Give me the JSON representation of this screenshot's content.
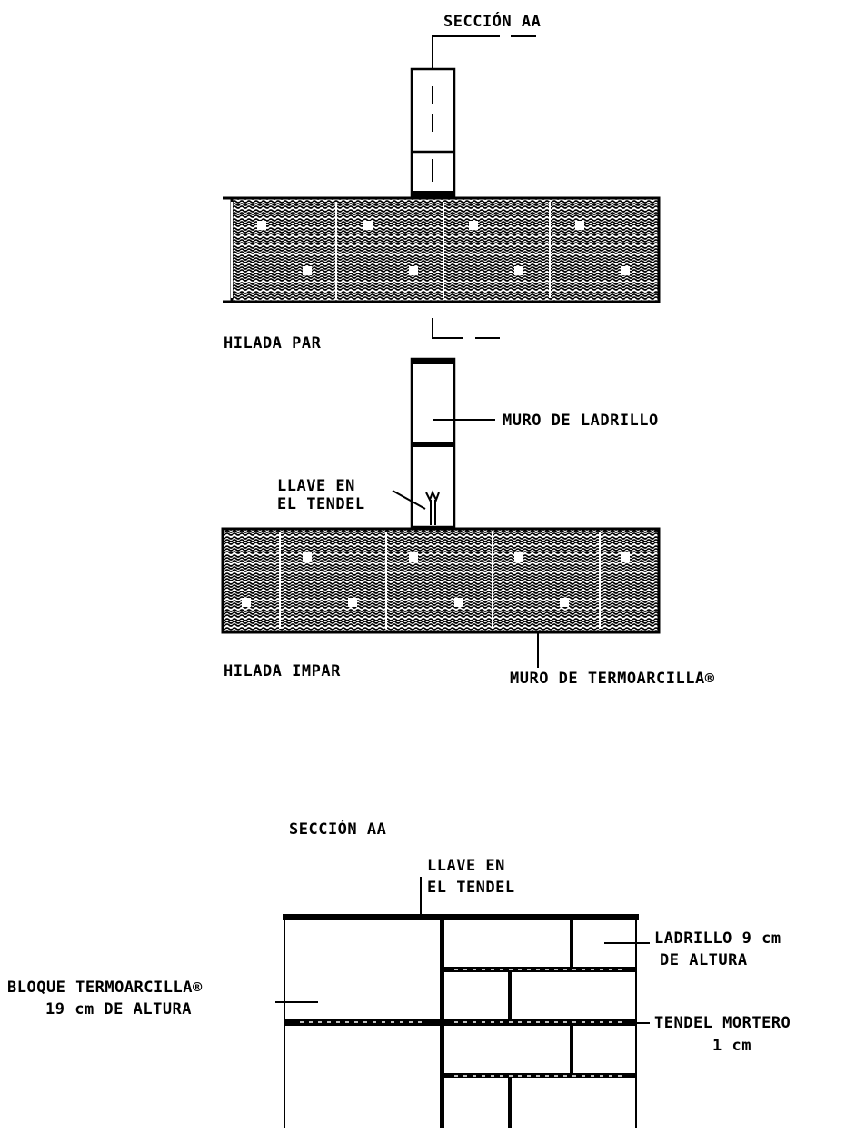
{
  "labels": {
    "section_aa_top": "SECCIÓN AA",
    "hilada_par": "HILADA PAR",
    "hilada_impar": "HILADA IMPAR",
    "muro_ladrillo": "MURO DE LADRILLO",
    "llave_line1": "LLAVE EN",
    "llave_line2": "EL TENDEL",
    "muro_termoarcilla": "MURO DE TERMOARCILLA®",
    "section_aa_bottom": "SECCIÓN AA",
    "llave_b_line1": "LLAVE EN",
    "llave_b_line2": "EL TENDEL",
    "ladrillo_line1": "LADRILLO 9 cm",
    "ladrillo_line2": "DE ALTURA",
    "bloque_line1": "BLOQUE TERMOARCILLA®",
    "bloque_line2": "19 cm DE ALTURA",
    "tendel_line1": "TENDEL MORTERO",
    "tendel_line2": "1 cm"
  },
  "colors": {
    "line": "#000000",
    "background": "#ffffff"
  }
}
